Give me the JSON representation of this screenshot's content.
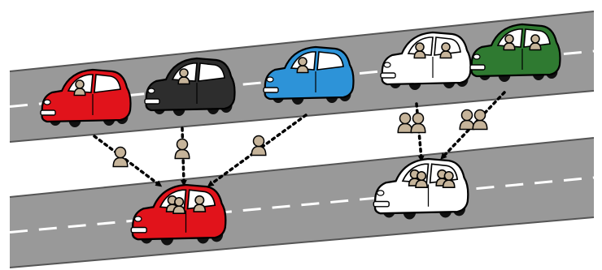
{
  "scene": {
    "colors": {
      "road": "#999999",
      "road_edge": "#555555",
      "lane_dash": "#ffffff",
      "passenger": "#c6b49a",
      "outline": "#000000",
      "arrow": "#000000",
      "window": "#ffffff",
      "background": "#ffffff"
    },
    "roads": [
      {
        "name": "upper-road"
      },
      {
        "name": "lower-road"
      }
    ],
    "cars": [
      {
        "name": "red-car-upper",
        "color": "#e1131b",
        "passengers": 1
      },
      {
        "name": "black-car-upper",
        "color": "#2d2d2d",
        "passengers": 1
      },
      {
        "name": "blue-car-upper",
        "color": "#2d93d8",
        "passengers": 1
      },
      {
        "name": "white-car-upper",
        "color": "#ffffff",
        "passengers": 2
      },
      {
        "name": "green-car-upper",
        "color": "#2f7a31",
        "passengers": 2
      },
      {
        "name": "red-carpool-car-lower",
        "color": "#e1131b",
        "passengers": 3
      },
      {
        "name": "white-carpool-car-lower",
        "color": "#ffffff",
        "passengers": 4
      }
    ],
    "transfer_groups": [
      {
        "name": "passenger-from-red",
        "passengers": 1
      },
      {
        "name": "passenger-from-black",
        "passengers": 1
      },
      {
        "name": "passenger-from-blue",
        "passengers": 1
      },
      {
        "name": "passengers-from-white",
        "passengers": 2
      },
      {
        "name": "passengers-from-green",
        "passengers": 2
      }
    ],
    "arrows": [
      {
        "name": "arrow-red-to-red-carpool"
      },
      {
        "name": "arrow-black-to-red-carpool"
      },
      {
        "name": "arrow-blue-to-red-carpool"
      },
      {
        "name": "arrow-white-to-white-carpool"
      },
      {
        "name": "arrow-green-to-white-carpool"
      }
    ]
  }
}
